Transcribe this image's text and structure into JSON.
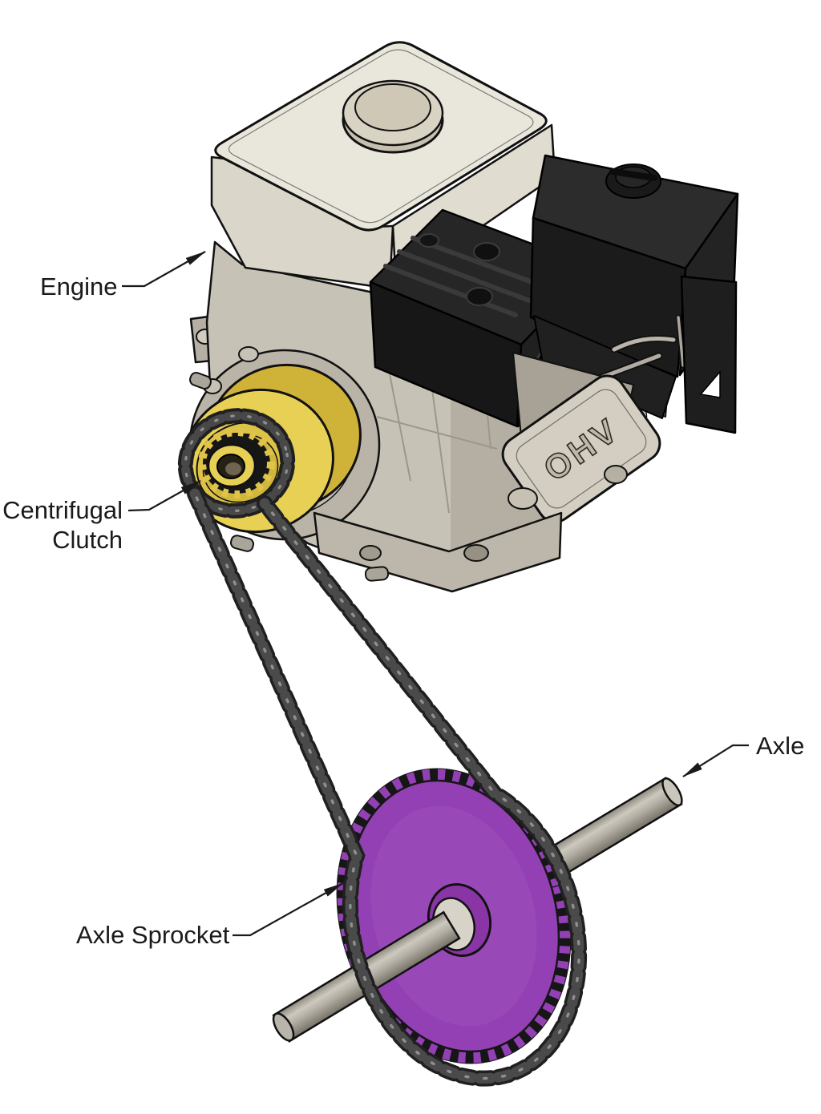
{
  "labels": {
    "engine": "Engine",
    "clutch_line1": "Centrifugal",
    "clutch_line2": "Clutch",
    "axle": "Axle",
    "axle_sprocket": "Axle Sprocket"
  },
  "engine_marking": "OHV",
  "colors": {
    "background": "#ffffff",
    "outline": "#111111",
    "label_text": "#1a1a1a",
    "fuel_tank": "#e9e6dc",
    "engine_body": "#c6c2b5",
    "black_components": "#262626",
    "clutch_yellow": "#e8d055",
    "sprocket_purple": "#9340b4",
    "chain_dark": "#202020",
    "axle_gray": "#b3afa4"
  }
}
